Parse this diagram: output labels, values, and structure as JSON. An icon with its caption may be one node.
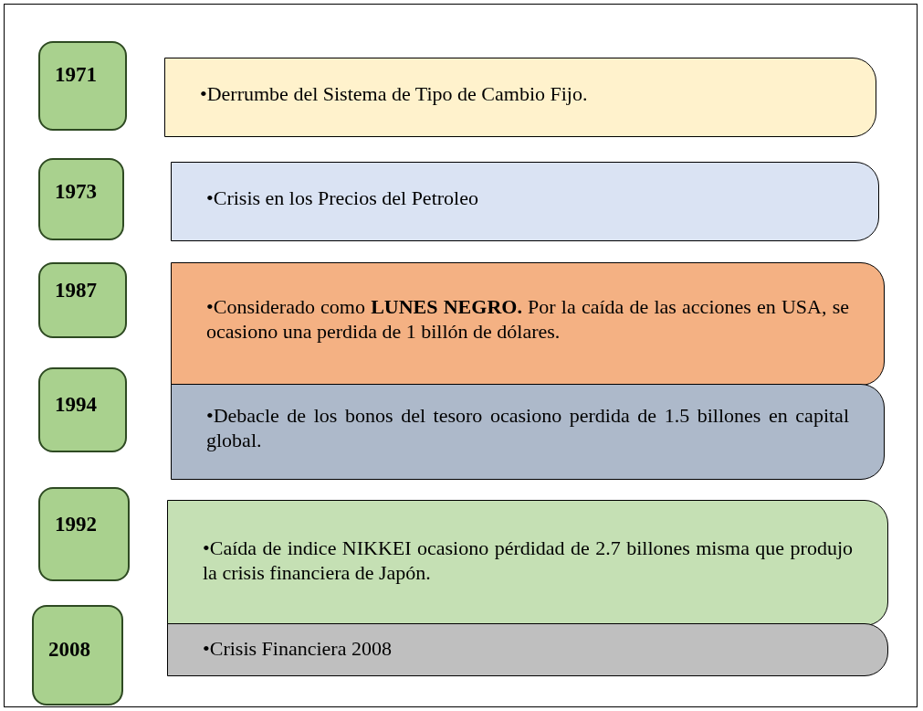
{
  "diagram": {
    "nodes": [
      {
        "text": [
          "1971"
        ]
      },
      {
        "text": [
          "•Derrumbe del Sistema de Tipo de Cambio Fijo."
        ]
      },
      {
        "text": [
          "1973"
        ]
      },
      {
        "text": [
          "•Crisis en los Precios del Petroleo"
        ]
      },
      {
        "text": [
          "1987"
        ]
      },
      {
        "text": [
          "•Considerado como **LUNES NEGRO.** Por la caída de las acciones en USA, se ocasiono una perdida de 1 billón de dólares."
        ]
      },
      {
        "text": [
          "1994"
        ]
      },
      {
        "text": [
          "•Debacle de los bonos del tesoro ocasiono perdida de 1.5 billones en capital global."
        ]
      },
      {
        "text": [
          "1992"
        ]
      },
      {
        "text": [
          "•Caída de indice NIKKEI ocasiono pérdidad de 2.7 billones misma que produjo la crisis financiera de Japón."
        ]
      },
      {
        "text": [
          "2008"
        ]
      },
      {
        "text": [
          "•Crisis Financiera 2008"
        ]
      }
    ]
  }
}
